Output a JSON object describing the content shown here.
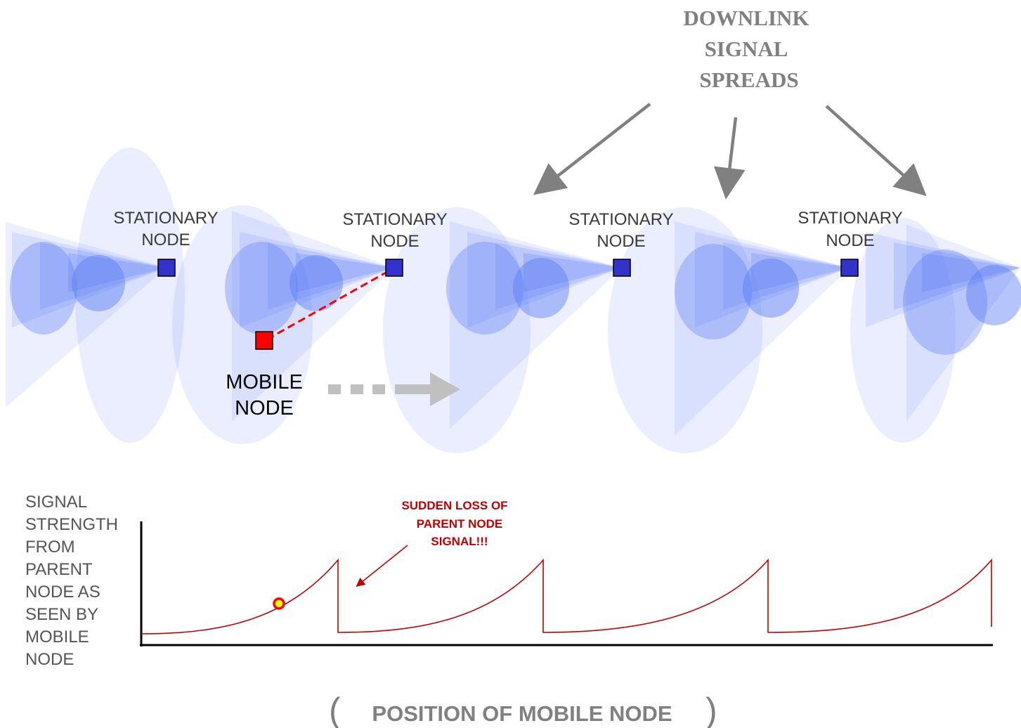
{
  "header": {
    "lines": [
      "DOWNLINK",
      "SIGNAL",
      "SPREADS"
    ]
  },
  "stationary_nodes": [
    {
      "line1": "STATIONARY",
      "line2": "NODE"
    },
    {
      "line1": "STATIONARY",
      "line2": "NODE"
    },
    {
      "line1": "STATIONARY",
      "line2": "NODE"
    },
    {
      "line1": "STATIONARY",
      "line2": "NODE"
    }
  ],
  "mobile_node": {
    "line1": "MOBILE",
    "line2": "NODE"
  },
  "graph": {
    "ylabel_lines": [
      "SIGNAL",
      "STRENGTH",
      "FROM",
      "PARENT",
      "NODE AS",
      "SEEN BY",
      "MOBILE",
      "NODE"
    ],
    "annotation_lines": [
      "SUDDEN LOSS OF",
      "PARENT NODE",
      "SIGNAL!!!"
    ],
    "xlabel": "POSITION OF MOBILE NODE",
    "paren_open": "(",
    "paren_close": ")"
  },
  "colors": {
    "beam": "#5b7cf5",
    "stationary_node": "#3333cc",
    "mobile_node": "#ff0000",
    "link": "#ff0000",
    "curve": "#c00000",
    "arrow": "#808080",
    "motion_arrow": "#c0c0c0"
  }
}
